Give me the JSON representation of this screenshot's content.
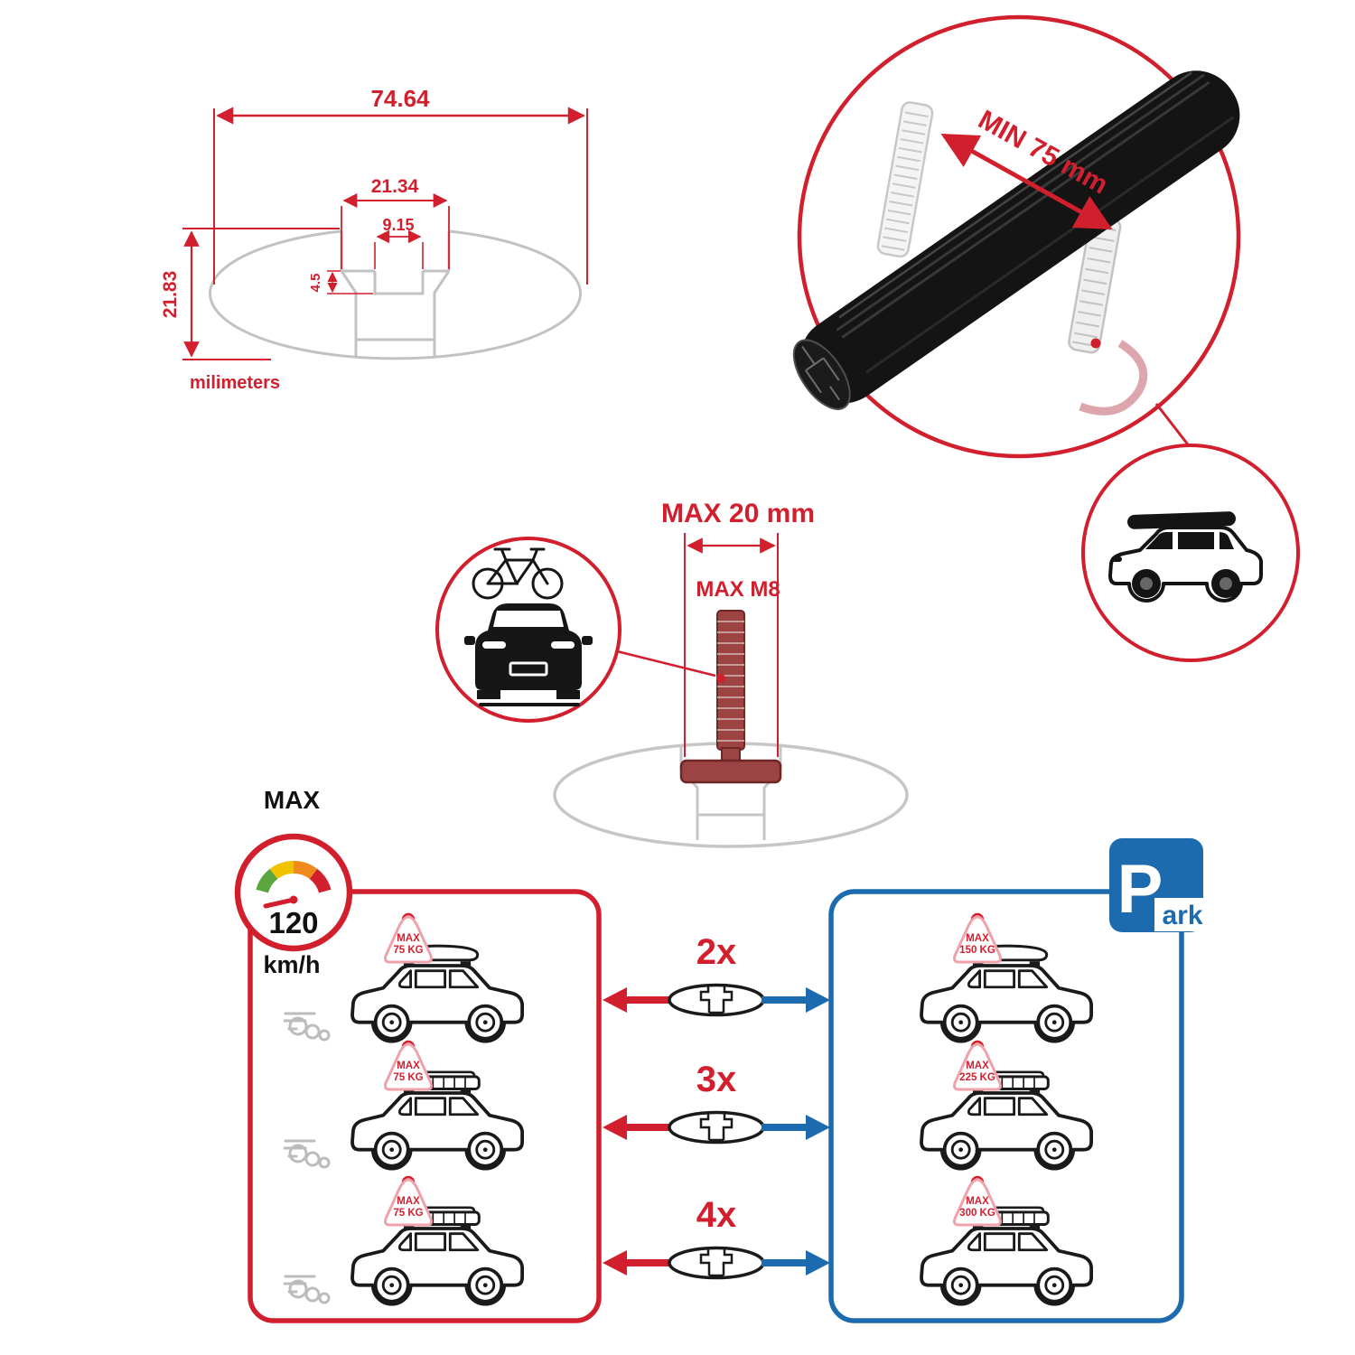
{
  "colors": {
    "accent_red": "#d21f2e",
    "accent_blue": "#1c6bae",
    "bar_black": "#141414",
    "ghost_gray": "#c6c6c6"
  },
  "profile_dimensions": {
    "total_width": "74.64",
    "channel_outer_width": "21.34",
    "channel_inner_width": "9.15",
    "channel_depth": "4.5",
    "total_height": "21.83",
    "units": "milimeters"
  },
  "bar_detail": {
    "min_span_label": "MIN 75 mm"
  },
  "bolt": {
    "max_width_label": "MAX 20 mm",
    "max_thread_label": "MAX M8"
  },
  "speed": {
    "max_label": "MAX",
    "value": "120",
    "unit": "km/h"
  },
  "driving": {
    "rows": [
      {
        "l1": "MAX",
        "l2": "75 KG"
      },
      {
        "l1": "MAX",
        "l2": "75 KG"
      },
      {
        "l1": "MAX",
        "l2": "75 KG"
      }
    ]
  },
  "multipliers": {
    "rows": [
      {
        "label": "2x"
      },
      {
        "label": "3x"
      },
      {
        "label": "4x"
      }
    ]
  },
  "parking": {
    "sign_p": "P",
    "sign_ark": "ark",
    "rows": [
      {
        "l1": "MAX",
        "l2": "150 KG"
      },
      {
        "l1": "MAX",
        "l2": "225 KG"
      },
      {
        "l1": "MAX",
        "l2": "300 KG"
      }
    ]
  }
}
